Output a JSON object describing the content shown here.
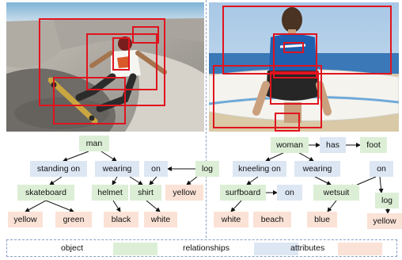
{
  "left_graph": {
    "objects": [
      "man",
      "skateboard",
      "helmet",
      "shirt",
      "log"
    ],
    "relationships": [
      "standing on",
      "wearing",
      "on"
    ],
    "attributes": [
      "yellow",
      "green",
      "black",
      "white",
      "yellow"
    ]
  },
  "right_graph": {
    "objects": [
      "woman",
      "foot",
      "surfboard",
      "wetsuit",
      "log"
    ],
    "relationships": [
      "has",
      "kneeling on",
      "wearing",
      "on",
      "on"
    ],
    "attributes": [
      "white",
      "beach",
      "blue",
      "yellow"
    ]
  },
  "legend": {
    "object": "object",
    "relationships": "relationships",
    "attributes": "attributes"
  },
  "colors": {
    "object": "#dcefd6",
    "relationship": "#dde7f3",
    "attribute": "#fbe2d6",
    "box": "#e0141e"
  }
}
